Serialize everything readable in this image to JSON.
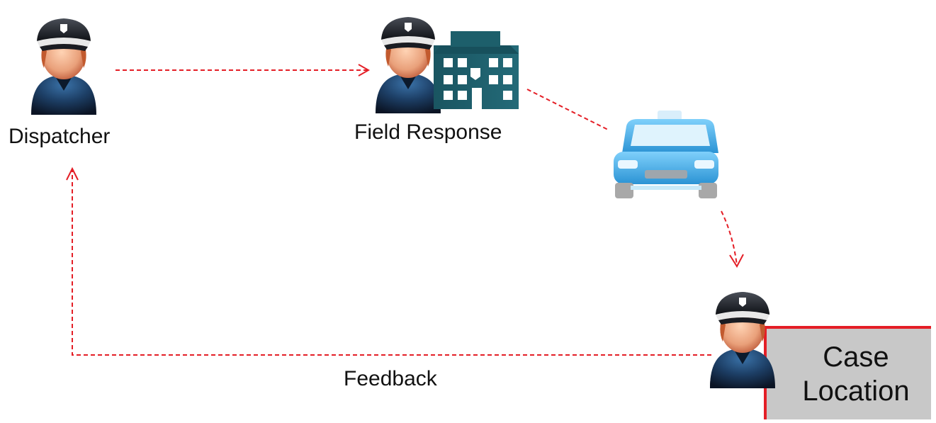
{
  "nodes": {
    "dispatcher": {
      "label": "Dispatcher",
      "icon": "police-officer-icon"
    },
    "field_response": {
      "label": "Field Response",
      "icons": [
        "police-officer-icon",
        "police-station-icon"
      ]
    },
    "patrol_car": {
      "icon": "police-car-icon"
    },
    "case_location": {
      "label_line1": "Case",
      "label_line2": "Location",
      "icon": "police-officer-icon"
    }
  },
  "edges": [
    {
      "from": "dispatcher",
      "to": "field_response"
    },
    {
      "from": "field_response",
      "to": "patrol_car"
    },
    {
      "from": "patrol_car",
      "to": "case_location"
    },
    {
      "from": "case_location",
      "to": "dispatcher",
      "label": "Feedback"
    }
  ],
  "feedback_label": "Feedback",
  "colors": {
    "arrow": "#e41e26",
    "case_box_fill": "#c8c8c8",
    "case_box_border": "#e41e26",
    "officer_uniform": "#1c3556",
    "officer_skin": "#e8a07a",
    "building": "#1d5f6b",
    "car_body": "#4fb6ec"
  }
}
